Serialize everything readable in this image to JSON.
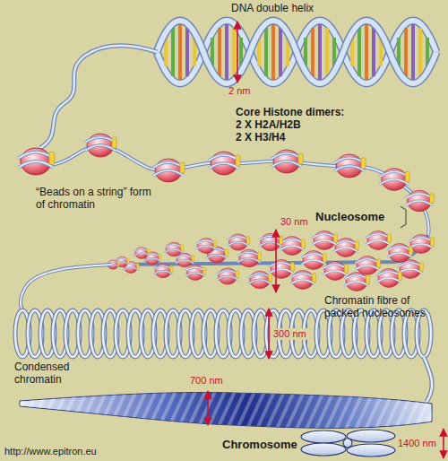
{
  "diagram": {
    "labels": [
      "DNA double helix",
      "2 nm",
      "Core Histone dimers:",
      "2 X H2A/H2B",
      "2 X H3/H4",
      "“Beads on a string” form of chromatin",
      "Nucleosome",
      "30 nm",
      "Chromatin fibre of packed nucleosomes",
      "300 nm",
      "Condensed chromatin",
      "700 nm",
      "Chromosome",
      "1400 nm",
      "http://www.epitron.eu"
    ]
  }
}
